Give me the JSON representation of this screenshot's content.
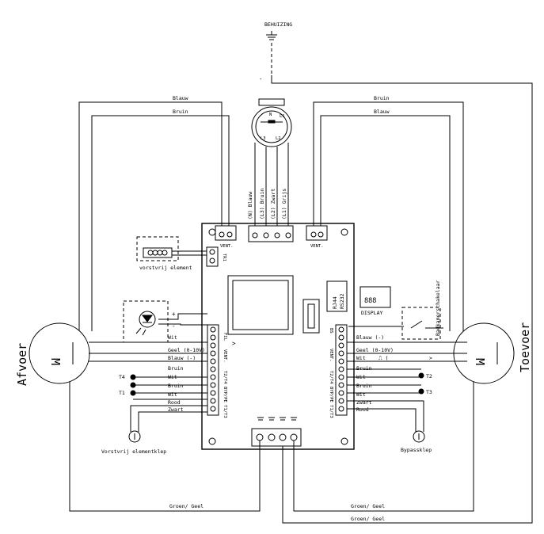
{
  "top": {
    "housing": "BEHUIZING",
    "minus": "-"
  },
  "motors": {
    "left_label": "Afvoer",
    "right_label": "Toevoer",
    "symbol": "M"
  },
  "top_wires": {
    "left_blue": "Blauw",
    "left_brown": "Bruin",
    "right_brown": "Bruin",
    "right_blue": "Blauw"
  },
  "mains": [
    "(N) Blauw",
    "(L3) Bruin",
    "(L2) Zwart",
    "(L1) Grijs"
  ],
  "plug_pins": [
    "N",
    "L1",
    "L2",
    "L3"
  ],
  "board": {
    "vent_left": "VENT.",
    "vent_right": "VENT.",
    "tr_label": "TR1",
    "interface": [
      "RJ44",
      "RS232"
    ],
    "display_digits": "888",
    "display_label": "DISPLAY",
    "left_block_labels": [
      "T2/T4",
      "VENT.",
      "FIL",
      "BYP/PE T1/T3"
    ],
    "right_block_labels": [
      "BS",
      "VENT.",
      "T2/T4",
      "BYP/PE T1/T3"
    ]
  },
  "left_side": {
    "frost_element": "vorstvrij element",
    "frost_valve": "Vorstvrij elementklep",
    "sensors": [
      "T4",
      "T1"
    ],
    "wires": [
      "Wit",
      "Geel (0-10V)",
      "Blauw (-)",
      "Bruin",
      "Wit",
      "Bruin",
      "Wit",
      "Rood",
      "Zwart"
    ]
  },
  "right_side": {
    "bathroom_switch": "Badkamerschakelaar",
    "bypass_valve": "Bypassklep",
    "sensors": [
      "T2",
      "T3"
    ],
    "wires": [
      "Blauw (-)",
      "Geel (0-10V)",
      "Wit",
      "Bruin",
      "Wit",
      "Bruin",
      "Wit",
      "Zwart",
      "Rood"
    ]
  },
  "bottom_wires": [
    "Groen/ Geel",
    "Groen/ Geel",
    "Groen/ Geel"
  ]
}
